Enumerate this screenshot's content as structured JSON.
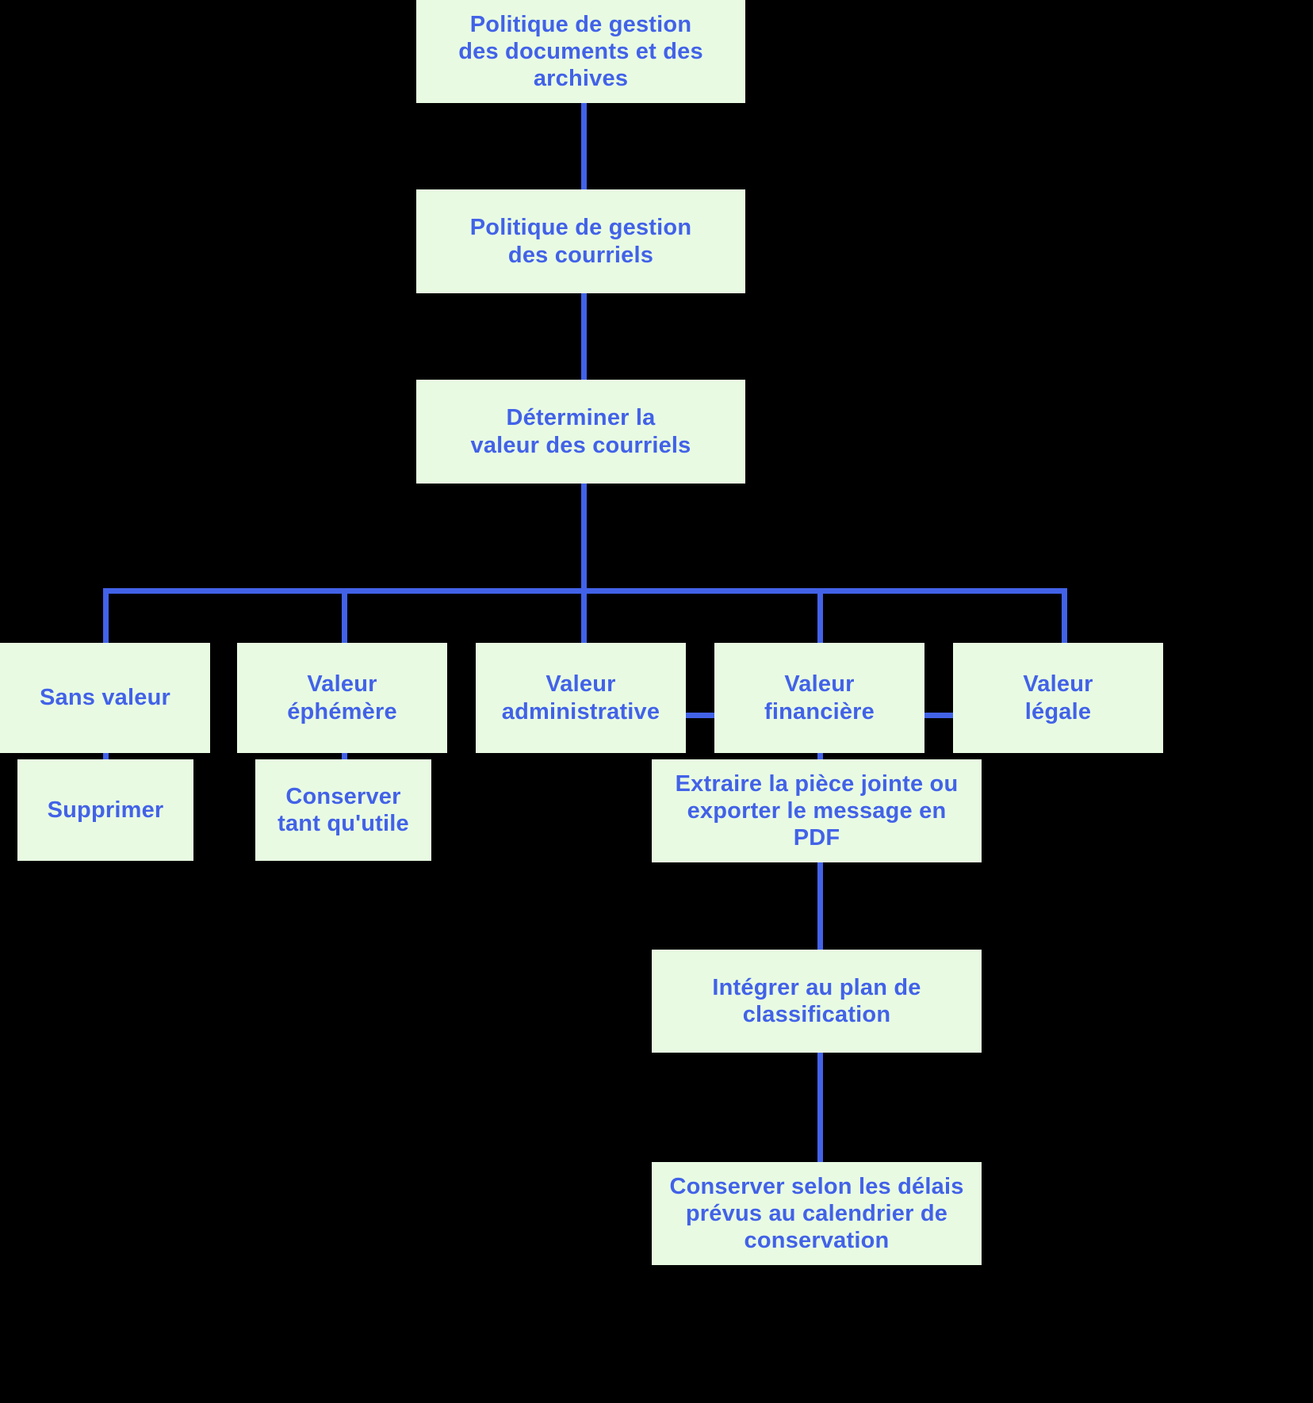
{
  "diagram": {
    "title": "Arbre de decision - gestion des courriels",
    "background_color": "#000000",
    "node_fill_color": "#e8fbe2",
    "node_text_color": "#4262e8",
    "edge_color": "#4262e8",
    "type": "flowchart"
  },
  "nodes": {
    "policy_documents": "Politique de gestion\ndes documents et des\narchives",
    "policy_emails": "Politique de gestion\ndes courriels",
    "determine_value": "Déterminer la\nvaleur des courriels",
    "value_none": "Sans valeur",
    "value_ephemeral": "Valeur\néphémère",
    "value_administrative": "Valeur\nadministrative",
    "value_financial": "Valeur\nfinancière",
    "value_legal": "Valeur\nlégale",
    "action_delete": "Supprimer",
    "action_keep_useful": "Conserver\ntant qu'utile",
    "action_extract": "Extraire la pièce jointe ou\nexporter le message en\nPDF",
    "action_classify": "Intégrer au plan de\nclassification",
    "action_retain": "Conserver selon les délais\nprévus au calendrier de\nconservation"
  }
}
